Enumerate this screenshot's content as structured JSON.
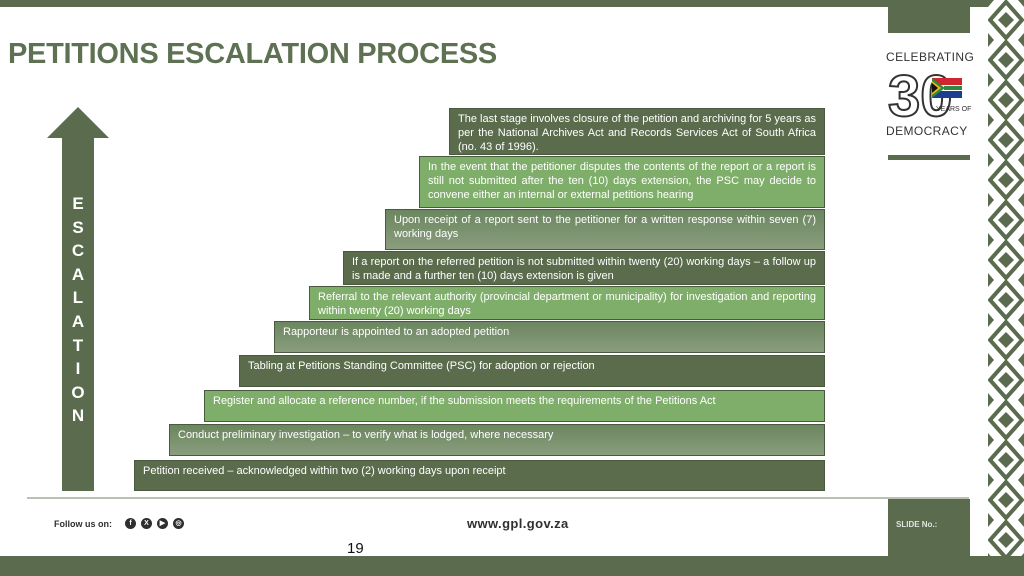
{
  "header": {
    "title": "PETITIONS ESCALATION PROCESS"
  },
  "logo": {
    "line1": "CELEBRATING",
    "number": "30",
    "line2": "YEARS OF",
    "line3": "DEMOCRACY"
  },
  "arrow": {
    "letters": [
      "E",
      "S",
      "C",
      "A",
      "L",
      "A",
      "T",
      "I",
      "O",
      "N"
    ]
  },
  "steps": [
    {
      "text": "Petition received – acknowledged within two (2) working days upon receipt",
      "style": "dark"
    },
    {
      "text": "Conduct preliminary investigation – to verify what is lodged, where necessary",
      "style": "grad"
    },
    {
      "text": "Register and allocate a reference number, if the submission meets the requirements of the Petitions Act",
      "style": "light"
    },
    {
      "text": "Tabling at Petitions Standing Committee (PSC) for adoption or rejection",
      "style": "dark"
    },
    {
      "text": "Rapporteur is appointed to an adopted petition",
      "style": "grad"
    },
    {
      "text": "Referral to the relevant authority (provincial department or municipality) for investigation and reporting within twenty (20) working days",
      "style": "light"
    },
    {
      "text": "If a report on the referred petition is not submitted within twenty (20) working days – a follow up is made and a further ten (10) days extension is given",
      "style": "dark"
    },
    {
      "text": "Upon receipt of a report sent to the petitioner for a written response within seven (7) working days",
      "style": "grad"
    },
    {
      "text": "In the event that the petitioner disputes the contents of the report or a report is still not submitted after the ten (10) days extension, the PSC may decide to convene either an internal or external petitions hearing",
      "style": "light"
    },
    {
      "text": "The last stage involves closure of the petition and archiving for 5 years as per the National Archives Act and Records Services Act of South Africa (no. 43 of 1996).",
      "style": "dark"
    }
  ],
  "footer": {
    "follow_label": "Follow us on:",
    "social_icons": [
      "facebook-icon",
      "x-icon",
      "youtube-icon",
      "instagram-icon"
    ],
    "website": "www.gpl.gov.za",
    "slide_label": "SLIDE No.:",
    "page_number": "19"
  },
  "colors": {
    "primary": "#5a6b4e",
    "title": "#5e7152",
    "step_light": "#7fae6a",
    "step_dark": "#5b6c4d"
  }
}
